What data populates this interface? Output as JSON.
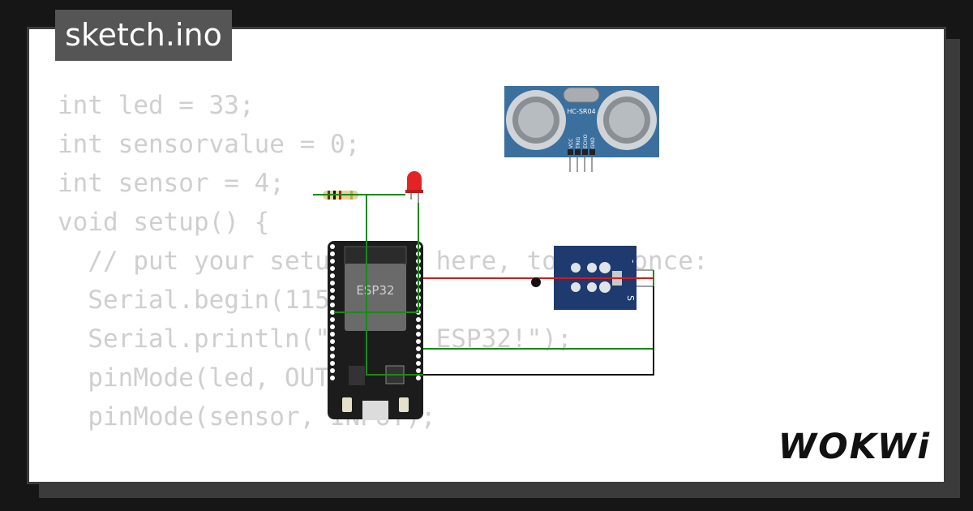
{
  "file_tab": {
    "label": "sketch.ino"
  },
  "code_lines": [
    "int led = 33;",
    "int sensorvalue = 0;",
    "int sensor = 4;",
    "void setup() {",
    "  // put your setup code here, to run once:",
    "  Serial.begin(115200);",
    "  Serial.println(\"Hello, ESP32!\");",
    "  pinMode(led, OUTPUT);",
    "  pinMode(sensor, INPUT);",
    "",
    "}"
  ],
  "components": {
    "esp32": {
      "label": "ESP32"
    },
    "ultrasonic": {
      "model": "HC-SR04",
      "pins": [
        "VCC",
        "TRIG",
        "ECHO",
        "GND"
      ]
    },
    "sensor_module": {
      "pin_s": "S",
      "pin_minus": "-"
    }
  },
  "wire_colors": {
    "green": "#1a8a1a",
    "red": "#d41a1a",
    "black": "#111111"
  },
  "logo": {
    "text": "WOKWi"
  }
}
